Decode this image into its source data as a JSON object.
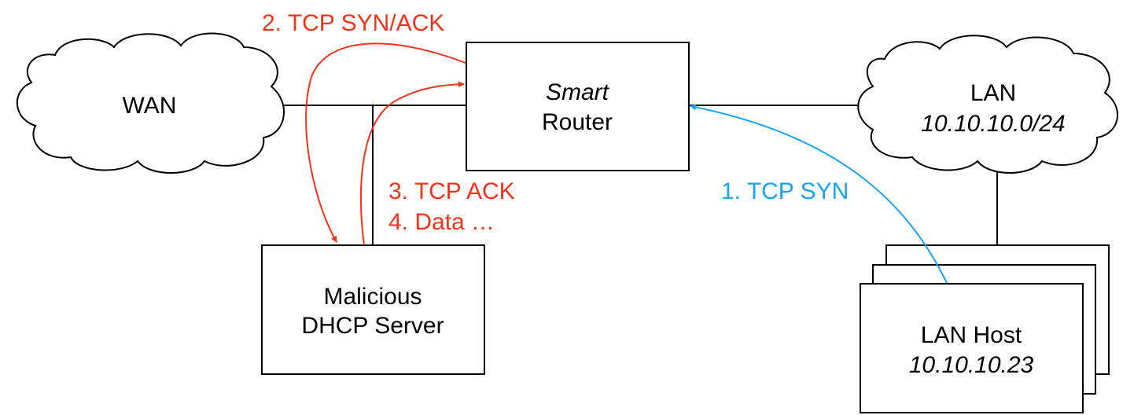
{
  "colors": {
    "attack": "#f5331a",
    "legit": "#1aa3f5",
    "stroke": "#000000"
  },
  "wan": {
    "label": "WAN"
  },
  "router": {
    "line1": "Smart",
    "line2": "Router"
  },
  "lan": {
    "label": "LAN",
    "subnet": "10.10.10.0/24"
  },
  "dhcp": {
    "line1": "Malicious",
    "line2": "DHCP Server"
  },
  "lan_host": {
    "line1": "LAN Host",
    "ip": "10.10.10.23"
  },
  "steps": {
    "step1": "1. TCP SYN",
    "step2": "2. TCP SYN/ACK",
    "step3": "3. TCP ACK",
    "step4": "4. Data …"
  }
}
